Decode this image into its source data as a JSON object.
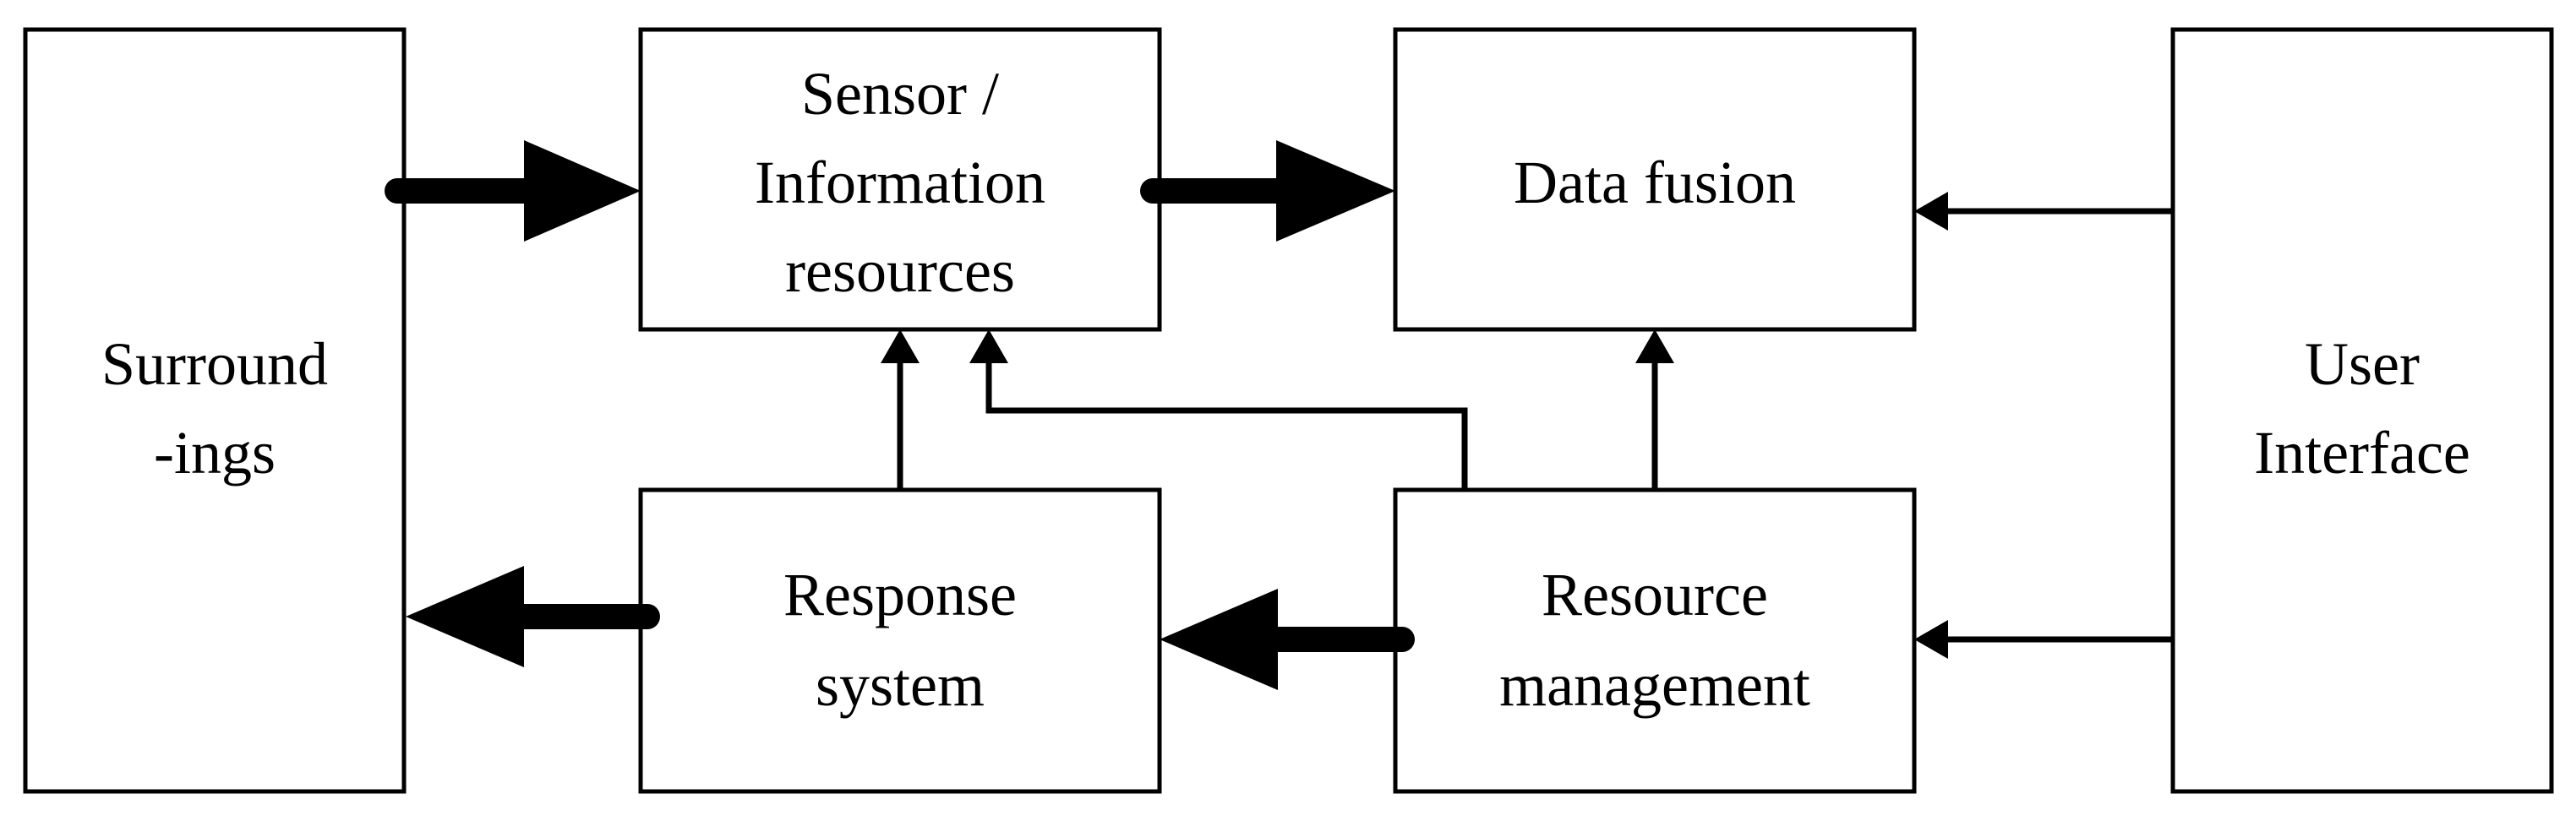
{
  "boxes": {
    "surroundings": {
      "lines": [
        "Surround",
        "-ings"
      ]
    },
    "sensor": {
      "lines": [
        "Sensor /",
        "Information",
        "resources"
      ]
    },
    "fusion": {
      "lines": [
        "Data fusion"
      ]
    },
    "user": {
      "lines": [
        "User",
        "Interface"
      ]
    },
    "response": {
      "lines": [
        "Response",
        "system"
      ]
    },
    "resource": {
      "lines": [
        "Resource",
        "management"
      ]
    }
  },
  "colors": {
    "stroke": "#000000",
    "fill": "#ffffff"
  }
}
